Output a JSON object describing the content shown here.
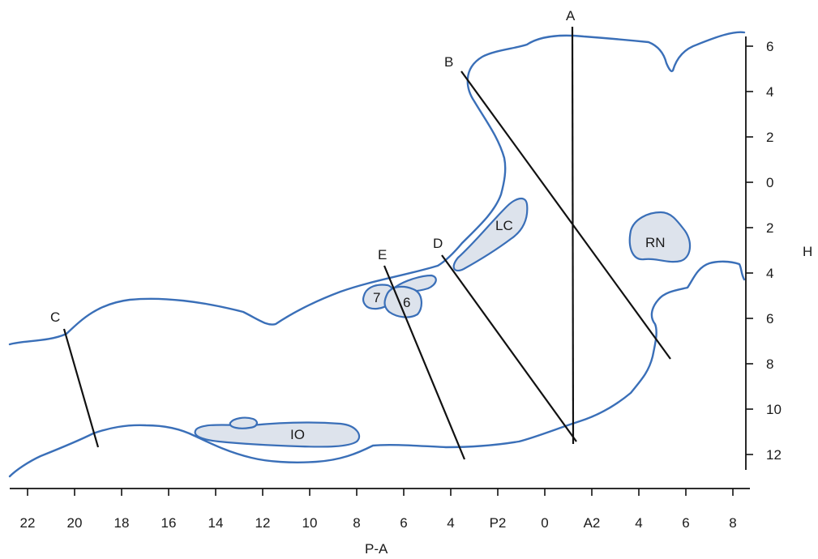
{
  "x_axis": {
    "label": "P-A",
    "ticks": [
      "22",
      "20",
      "18",
      "16",
      "14",
      "12",
      "10",
      "8",
      "6",
      "4",
      "P2",
      "0",
      "A2",
      "4",
      "6",
      "8"
    ]
  },
  "y_axis": {
    "label": "H",
    "ticks": [
      "6",
      "4",
      "2",
      "0",
      "2",
      "4",
      "6",
      "8",
      "10",
      "12"
    ]
  },
  "section_lines": {
    "A": "A",
    "B": "B",
    "C": "C",
    "D": "D",
    "E": "E"
  },
  "structures": {
    "LC": "LC",
    "RN": "RN",
    "IO": "IO",
    "n7": "7",
    "n6": "6"
  },
  "colors": {
    "outline": "#3a6fb8",
    "nucleus_fill": "#dde3ec",
    "line": "#111111"
  }
}
